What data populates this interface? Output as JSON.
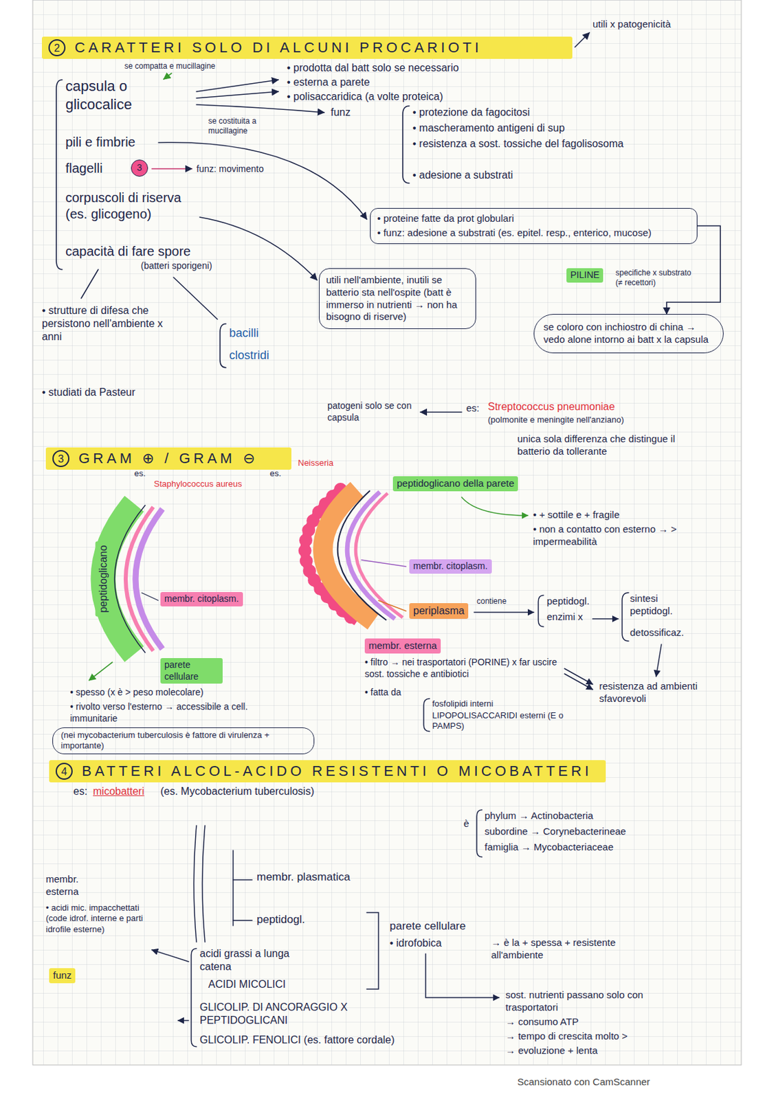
{
  "diagram": {
    "nodes": [
      {
        "text": [
          "2",
          "CARATTERI SOLO DI ALCUNI PROCARIOTI"
        ]
      },
      {
        "text": [
          "3"
        ]
      },
      {
        "text": [
          "• proteine fatte da prot globulari",
          "• funz: adesione a substrati (es. epitel. resp., enterico, mucose)"
        ]
      },
      {
        "text": [
          "PILINE"
        ]
      },
      {
        "text": [
          "utili nell'ambiente, inutili se batterio sta nell'ospite (batt è immerso in nutrienti → non ha bisogno di riserve)"
        ]
      },
      {
        "text": [
          "se coloro con inchiostro di china → vedo alone intorno ai batt x la capsula"
        ]
      },
      {
        "text": [
          "3",
          "GRAM ⊕ / GRAM ⊖"
        ]
      },
      {
        "text": [
          "peptidoglicano"
        ]
      },
      {
        "text": [
          "membr. citoplasm."
        ]
      },
      {
        "text": [
          "parete cellulare"
        ]
      },
      {
        "text": [
          "peptidoglicano della parete"
        ]
      },
      {
        "text": [
          "membr. citoplasm."
        ]
      },
      {
        "text": [
          "periplasma"
        ]
      },
      {
        "text": [
          "membr. esterna"
        ]
      },
      {
        "text": [
          "(nei mycobacterium tuberculosis è fattore di virulenza + importante)"
        ]
      },
      {
        "text": [
          "4",
          "BATTERI ALCOL-ACIDO RESISTENTI O MICOBATTERI"
        ]
      },
      {
        "text": [
          "funz"
        ]
      }
    ],
    "edges": [
      {
        "from": 2,
        "to": 5,
        "arrow": "to"
      }
    ],
    "labels": [
      "utili x patogenicità",
      "se compatta e mucillagine",
      "capsula o glicocalice",
      "se costituita a mucillagine",
      "• prodotta dal batt solo se necessario",
      "• esterna a parete",
      "• polisaccaridica (a volte proteica)",
      "funz",
      "• protezione da fagocitosi",
      "• mascheramento antigeni di sup",
      "• resistenza a sost. tossiche del fagolisosoma",
      "• adesione a substrati",
      "pili e fimbrie",
      "flagelli",
      "funz: movimento",
      "corpuscoli di riserva (es. glicogeno)",
      "capacità di fare spore",
      "(batteri sporigeni)",
      "• strutture di difesa che persistono nell'ambiente x anni",
      "• studiati da Pasteur",
      "bacilli",
      "clostridi",
      "specifiche x substrato (≠ recettori)",
      "patogeni solo se con capsula",
      "es:",
      "Streptococcus pneumoniae",
      "(polmonite e meningite nell'anziano)",
      "unica sola differenza che distingue il batterio da tollerante",
      "es.",
      "Staphylococcus aureus",
      "es.",
      "Neisseria",
      "• spesso (x è > peso molecolare)",
      "• rivolto verso l'esterno → accessibile a cell. immunitarie",
      "• + sottile e + fragile",
      "• non a contatto con esterno → > impermeabilità",
      "contiene",
      "peptidogl.",
      "enzimi x",
      "sintesi peptidogl.",
      "detossificaz.",
      "resistenza ad ambienti sfavorevoli",
      "• filtro → nei trasportatori (PORINE) x far uscire sost. tossiche e antibiotici",
      "• fatta da",
      "fosfolipidi interni",
      "LIPOPOLISACCARIDI esterni (E o PAMPS)",
      "es:",
      "micobatteri",
      "(es. Mycobacterium tuberculosis)",
      "è",
      "phylum → Actinobacteria",
      "subordine → Corynebacterineae",
      "famiglia → Mycobacteriaceae",
      "membr. esterna",
      "• acidi mic. impacchettati (code idrof. interne e parti idrofile esterne)",
      "membr. plasmatica",
      "peptidogl.",
      "acidi grassi a lunga catena",
      "ACIDI MICOLICI",
      "GLICOLIP. DI ANCORAGGIO X PEPTIDOGLICANI",
      "GLICOLIP. FENOLICI (es. fattore cordale)",
      "parete cellulare",
      "• idrofobica",
      "→ è la + spessa + resistente all'ambiente",
      "sost. nutrienti passano solo con trasportatori",
      "→ consumo ATP",
      "→ tempo di crescita molto >",
      "→ evoluzione + lenta",
      "Scansionato con CamScanner"
    ]
  }
}
